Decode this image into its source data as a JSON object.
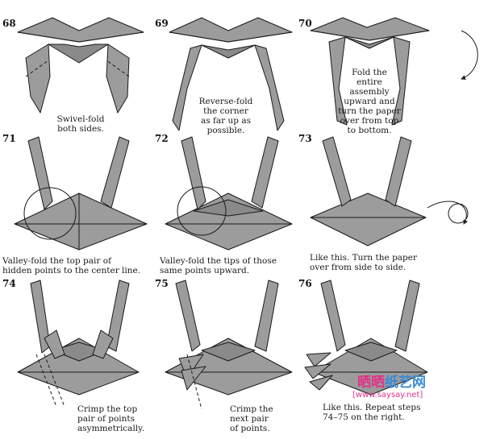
{
  "steps": [
    {
      "num": "68",
      "caption": [
        "Swivel-fold",
        "both sides."
      ]
    },
    {
      "num": "69",
      "caption": [
        "Reverse-fold",
        "the corner",
        "as far up as",
        "possible."
      ]
    },
    {
      "num": "70",
      "caption": [
        "Fold the",
        "entire",
        "assembly",
        "upward and",
        "turn the paper",
        "over from top",
        "to bottom."
      ]
    },
    {
      "num": "71",
      "caption": [
        "Valley-fold the top pair of",
        "hidden points to the center line."
      ]
    },
    {
      "num": "72",
      "caption": [
        "Valley-fold the tips of those",
        "same points upward."
      ]
    },
    {
      "num": "73",
      "caption": [
        "Like this. Turn the paper",
        "over from side to side."
      ]
    },
    {
      "num": "74",
      "caption": [
        "Crimp the top",
        "pair of points",
        "asymmetrically."
      ]
    },
    {
      "num": "75",
      "caption": [
        "Crimp the",
        "next pair",
        "of points."
      ]
    },
    {
      "num": "76",
      "caption": [
        "Like this. Repeat steps",
        "74–75 on the right."
      ]
    }
  ],
  "watermark": {
    "chinese_part1": "晒晒",
    "chinese_part2": "纸艺网",
    "url": "[www.saysay.net]"
  },
  "colors": {
    "paper": "#9c9c9c",
    "paper_dark": "#7d7d7d",
    "outline": "#1a1a1a",
    "watermark_pink": "#e0338a",
    "watermark_blue": "#3a8ad6"
  }
}
